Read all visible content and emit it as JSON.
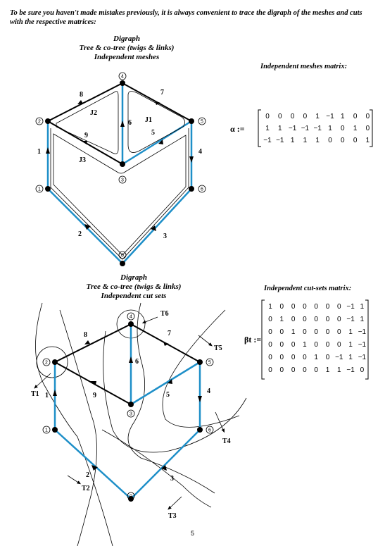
{
  "intro": "To be sure you haven't made mistakes previously, it is always convenient to trace the digraph of the meshes and cuts with the respective matrices:",
  "fig1": {
    "caption": [
      "Digraph",
      "Tree & co-tree (twigs & links)",
      "Independent meshes"
    ],
    "matrix_title": "Independent meshes matrix:",
    "matrix_symbol": "α :=",
    "matrix": [
      [
        "0",
        "0",
        "0",
        "0",
        "1",
        "−1",
        "1",
        "0",
        "0"
      ],
      [
        "1",
        "1",
        "−1",
        "−1",
        "−1",
        "1",
        "0",
        "1",
        "0"
      ],
      [
        "−1",
        "−1",
        "1",
        "1",
        "1",
        "0",
        "0",
        "0",
        "1"
      ]
    ],
    "mesh_labels": [
      "J1",
      "J2",
      "J3"
    ]
  },
  "fig2": {
    "caption": [
      "Digraph",
      "Tree & co-tree (twigs & links)",
      "Independent cut sets"
    ],
    "matrix_title": "Independent cut-sets matrix:",
    "matrix_symbol": "βt :=",
    "matrix": [
      [
        "1",
        "0",
        "0",
        "0",
        "0",
        "0",
        "0",
        "−1",
        "1"
      ],
      [
        "0",
        "1",
        "0",
        "0",
        "0",
        "0",
        "0",
        "−1",
        "1"
      ],
      [
        "0",
        "0",
        "1",
        "0",
        "0",
        "0",
        "0",
        "1",
        "−1"
      ],
      [
        "0",
        "0",
        "0",
        "1",
        "0",
        "0",
        "0",
        "1",
        "−1"
      ],
      [
        "0",
        "0",
        "0",
        "0",
        "1",
        "0",
        "−1",
        "1",
        "−1"
      ],
      [
        "0",
        "0",
        "0",
        "0",
        "0",
        "1",
        "1",
        "−1",
        "0"
      ]
    ],
    "cut_labels": [
      "T1",
      "T2",
      "T3",
      "T4",
      "T5",
      "T6"
    ]
  },
  "node_labels": [
    "1",
    "2",
    "3",
    "4",
    "5",
    "6",
    "0"
  ],
  "branch_labels": [
    "1",
    "2",
    "3",
    "4",
    "5",
    "6",
    "7",
    "8",
    "9"
  ],
  "page_number": "5",
  "colors": {
    "tree": "#1e8fc8",
    "cotree": "#000000"
  }
}
